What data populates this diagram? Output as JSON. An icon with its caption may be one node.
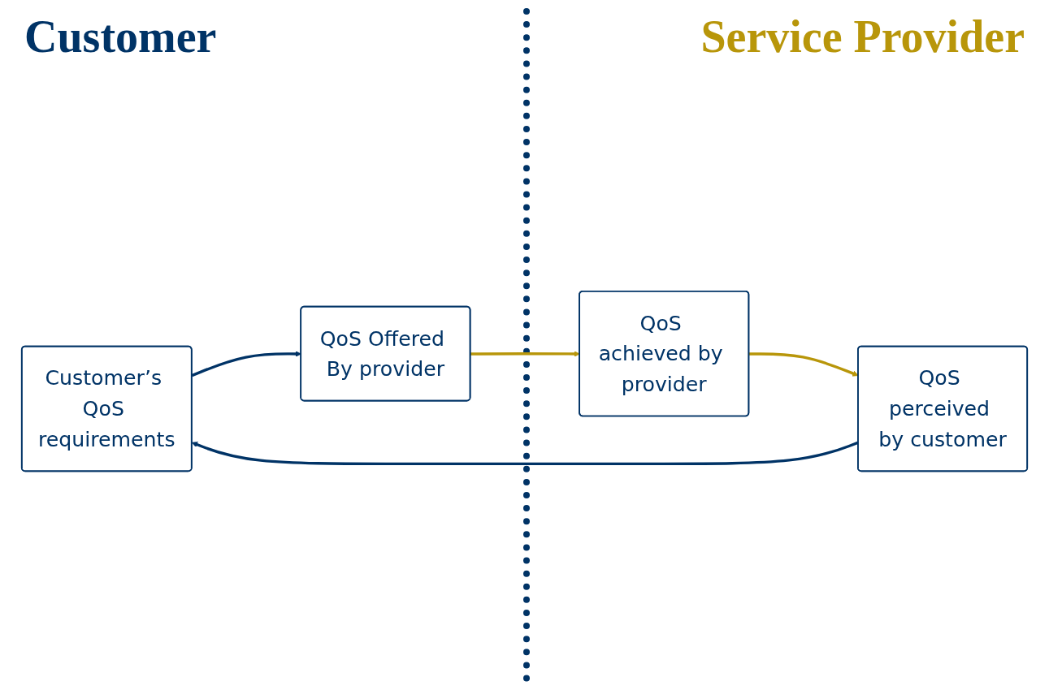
{
  "diagram": {
    "nodes": [
      {
        "text": [
          "Customer’s QoS requirements"
        ]
      },
      {
        "text": [
          "QoS Offered By provider"
        ]
      },
      {
        "text": [
          "QoS perceived by customer"
        ]
      },
      {
        "text": [
          "QoS achieved by provider"
        ]
      }
    ],
    "edges": [
      {
        "from": 0,
        "to": 1,
        "arrow": "to",
        "color": "#003366"
      },
      {
        "from": 1,
        "to": 3,
        "arrow": "to",
        "color": "#b8960a"
      },
      {
        "from": 3,
        "to": 2,
        "arrow": "to",
        "color": "#b8960a"
      },
      {
        "from": 2,
        "to": 0,
        "arrow": "to",
        "color": "#003366"
      }
    ],
    "labels": [
      "Customer",
      "Service Provider"
    ]
  }
}
